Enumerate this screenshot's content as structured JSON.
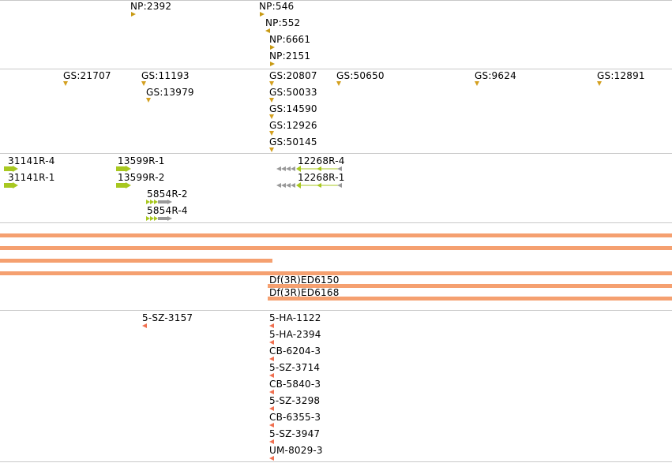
{
  "np_track": {
    "items": [
      {
        "label": "NP:2392",
        "marker": "right"
      },
      {
        "label": "NP:546",
        "marker": "right"
      },
      {
        "label": "NP:552",
        "marker": "left"
      },
      {
        "label": "NP:6661",
        "marker": "right"
      },
      {
        "label": "NP:2151",
        "marker": "right"
      }
    ]
  },
  "gs_track": {
    "items": [
      {
        "label": "GS:21707",
        "marker": "down"
      },
      {
        "label": "GS:11193",
        "marker": "down"
      },
      {
        "label": "GS:13979",
        "marker": "down"
      },
      {
        "label": "GS:20807",
        "marker": "down"
      },
      {
        "label": "GS:50650",
        "marker": "down"
      },
      {
        "label": "GS:9624",
        "marker": "down"
      },
      {
        "label": "GS:12891",
        "marker": "down"
      },
      {
        "label": "GS:50033",
        "marker": "down"
      },
      {
        "label": "GS:14590",
        "marker": "down"
      },
      {
        "label": "GS:12926",
        "marker": "down"
      },
      {
        "label": "GS:50145",
        "marker": "down"
      }
    ]
  },
  "transcripts_track": {
    "items": [
      {
        "label": "31141R-4"
      },
      {
        "label": "31141R-1"
      },
      {
        "label": "13599R-1"
      },
      {
        "label": "13599R-2"
      },
      {
        "label": "5854R-2"
      },
      {
        "label": "5854R-4"
      },
      {
        "label": "12268R-4"
      },
      {
        "label": "12268R-1"
      }
    ]
  },
  "deficiency_track": {
    "items": [
      {
        "label": "Df(3R)ED6150"
      },
      {
        "label": "Df(3R)ED6168"
      }
    ],
    "color": "#f5a070"
  },
  "insertion_track": {
    "items": [
      {
        "label": "5-SZ-3157"
      },
      {
        "label": "5-HA-1122"
      },
      {
        "label": "5-HA-2394"
      },
      {
        "label": "CB-6204-3"
      },
      {
        "label": "5-SZ-3714"
      },
      {
        "label": "CB-5840-3"
      },
      {
        "label": "5-SZ-3298"
      },
      {
        "label": "CB-6355-3"
      },
      {
        "label": "5-SZ-3947"
      },
      {
        "label": "UM-8029-3"
      }
    ],
    "color": "#f07050"
  }
}
